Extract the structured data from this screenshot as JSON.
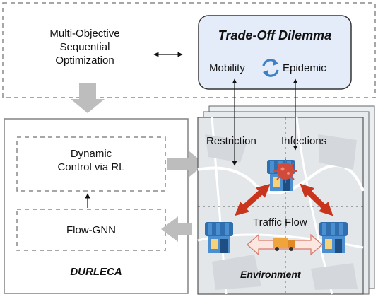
{
  "top_panel": {
    "left_text": [
      "Multi-Objective",
      "Sequential",
      "Optimization"
    ],
    "dilemma": {
      "title": "Trade-Off Dilemma",
      "left_label": "Mobility",
      "right_label": "Epidemic"
    }
  },
  "durleca": {
    "title": "DURLECA",
    "control_box": [
      "Dynamic",
      "Control via RL"
    ],
    "gnn_box": "Flow-GNN"
  },
  "environment": {
    "title": "Environment",
    "restriction_label": "Restriction",
    "infections_label": "Infections",
    "traffic_label": "Traffic Flow"
  },
  "colors": {
    "dilemma_fill": "#e3ecf8",
    "red_arrow": "#c8341c",
    "store_awning": "#2f6fb0",
    "store_body": "#4b8fd0",
    "virus": "#d14b3a",
    "truck": "#f0a43c",
    "gray_arrow": "#bdbdbd"
  }
}
